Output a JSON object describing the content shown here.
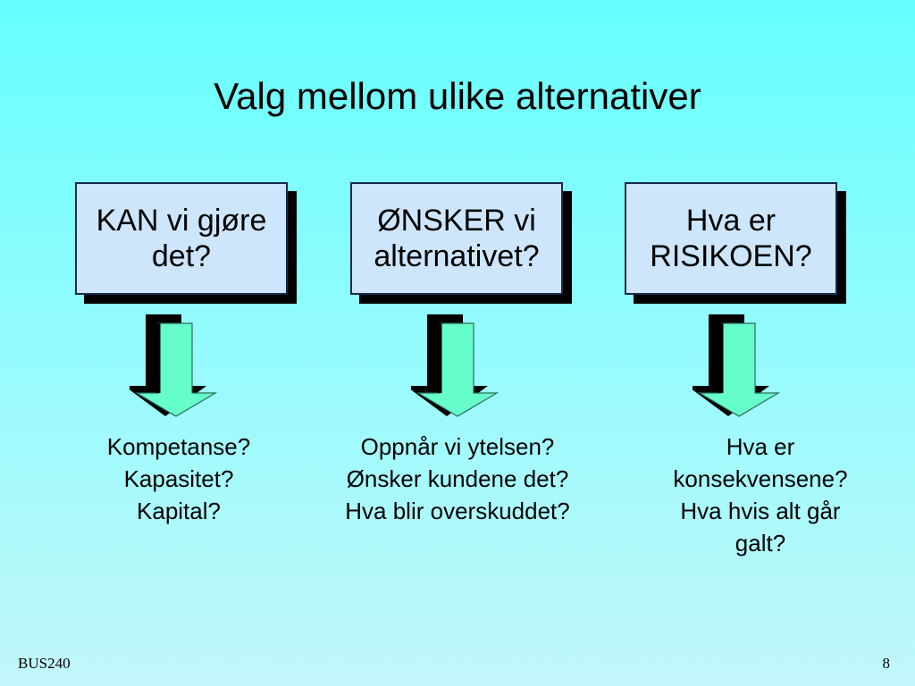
{
  "slide": {
    "title": "Valg mellom ulike alternativer",
    "footer_left": "BUS240",
    "page_number": "8"
  },
  "colors": {
    "background_top": "#66ffff",
    "background_bottom": "#c2f7fa",
    "box_fill": "#cde6fb",
    "arrow_fill": "#66ffcc"
  },
  "columns": [
    {
      "box_lines": [
        "KAN vi gjøre",
        "det?"
      ],
      "questions": [
        "Kompetanse?",
        "Kapasitet?",
        "Kapital?"
      ]
    },
    {
      "box_lines": [
        "ØNSKER vi",
        "alternativet?"
      ],
      "questions": [
        "Oppnår vi ytelsen?",
        "Ønsker kundene det?",
        "Hva blir overskuddet?"
      ]
    },
    {
      "box_lines": [
        "Hva er",
        "RISIKOEN?"
      ],
      "questions": [
        "Hva er",
        "konsekvensene?",
        "Hva hvis alt går",
        "galt?"
      ]
    }
  ]
}
